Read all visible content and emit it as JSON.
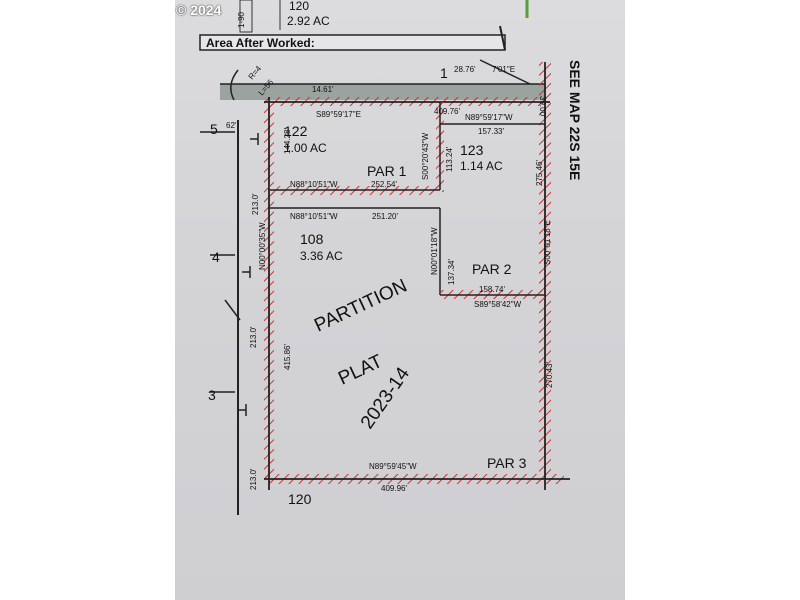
{
  "watermark": "© 2024",
  "header": {
    "top_parcel_num": "120",
    "top_parcel_area": "2.92 AC",
    "area_after_worked": "Area After Worked:",
    "side_mark": "1-90"
  },
  "parcels": {
    "p122": {
      "num": "122",
      "area": "1.00 AC"
    },
    "p123": {
      "num": "123",
      "area": "1.14 AC"
    },
    "p108": {
      "num": "108",
      "area": "3.36 AC"
    },
    "p120_bottom": "120"
  },
  "par_labels": {
    "par1": "PAR 1",
    "par2": "PAR 2",
    "par3": "PAR 3"
  },
  "partition": {
    "line1": "PARTITION",
    "line2": "PLAT",
    "line3": "2023-14"
  },
  "see_map": "SEE MAP 22S 15E",
  "top_strip": {
    "one": "1",
    "dim_left": "14.61'",
    "dim_right": "28.76'",
    "bearing_right": "7'01\"E",
    "r_label": "R=4",
    "l_label": "L=56"
  },
  "dims": {
    "s89_top": "S89°59'17\"E",
    "top_409": "409.76'",
    "n89_top": "N89°59'17\"W",
    "d157": "157.33'",
    "d39": "39.00'",
    "d144": "144.28'",
    "s00_2043": "S00°20'43\"W",
    "d113": "113.24'",
    "d275": "275.46'",
    "n88_a": "N88°10'51\"W",
    "d252": "252.54'",
    "n88_b": "N88°10'51\"W",
    "d251": "251.20'",
    "d213_top": "213.0'",
    "n00_west": "N00°00'35\"W",
    "n00_mid": "N00°01'18\"W",
    "d137": "137.34'",
    "s00_east": "S00°01'18\"E",
    "d158": "158.74'",
    "s89_mid": "S89°58'42\"W",
    "d415": "415.86'",
    "d213_mid": "213.0'",
    "d270": "270.43'",
    "n89_bottom": "N89°59'45\"W",
    "d409_bottom": "409.96'",
    "d213_bottom": "213.0'",
    "d62": "62'"
  },
  "block_nums": {
    "five": "5",
    "four": "4",
    "three": "3"
  },
  "colors": {
    "boundary": "#222222",
    "hatch": "#cc3333",
    "paper": "#d6d6d9"
  }
}
